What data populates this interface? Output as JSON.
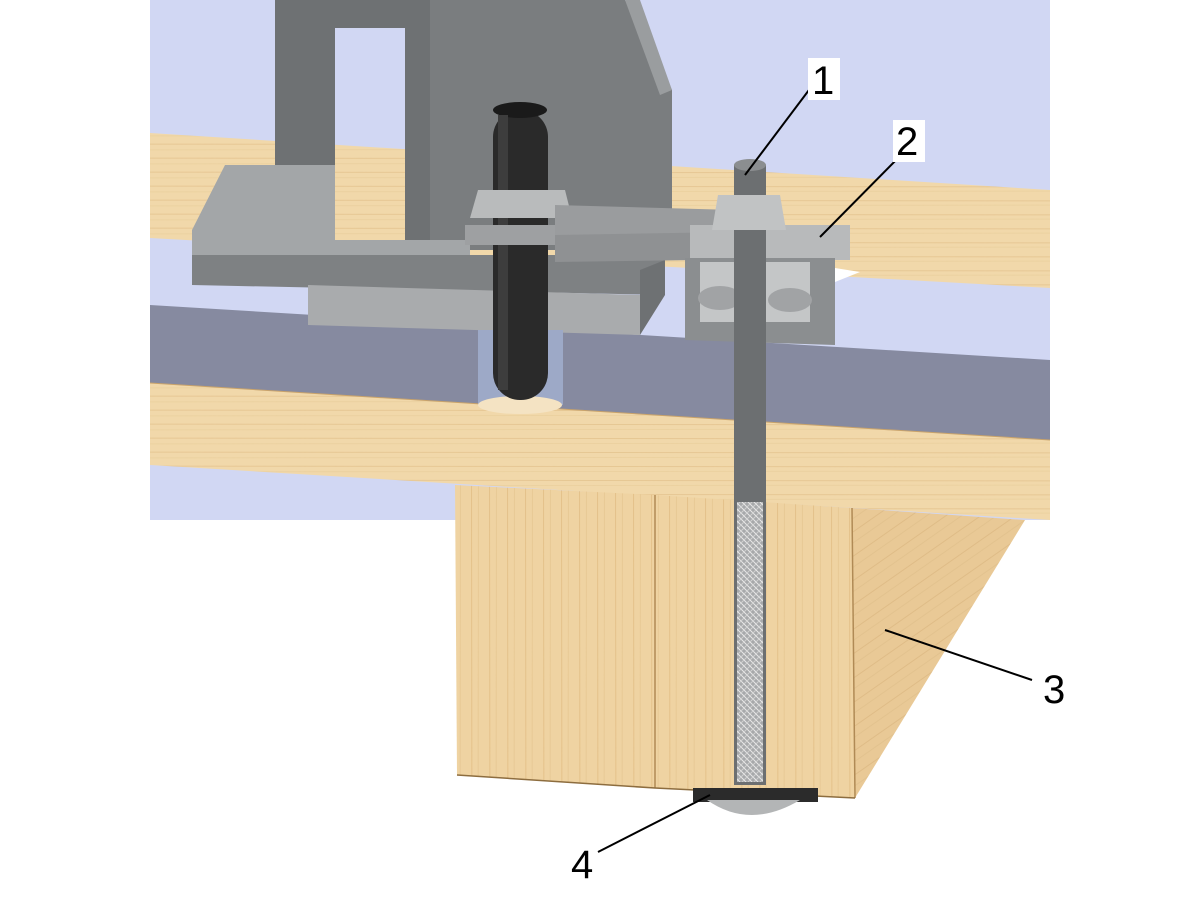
{
  "callouts": [
    {
      "id": "1",
      "label": "1"
    },
    {
      "id": "2",
      "label": "2"
    },
    {
      "id": "3",
      "label": "3"
    },
    {
      "id": "4",
      "label": "4"
    }
  ],
  "colors": {
    "background": "#ffffff",
    "sky": "#d1d7f3",
    "wood_light": "#f1d9ad",
    "wood_mid": "#ebcf9f",
    "wood_dark": "#e2c08a",
    "steel_dark": "#6e7173",
    "steel_mid": "#8a8d8f",
    "steel_light": "#b4b6b7",
    "table_band": "#868aa0",
    "handle": "#2a2a2a"
  }
}
